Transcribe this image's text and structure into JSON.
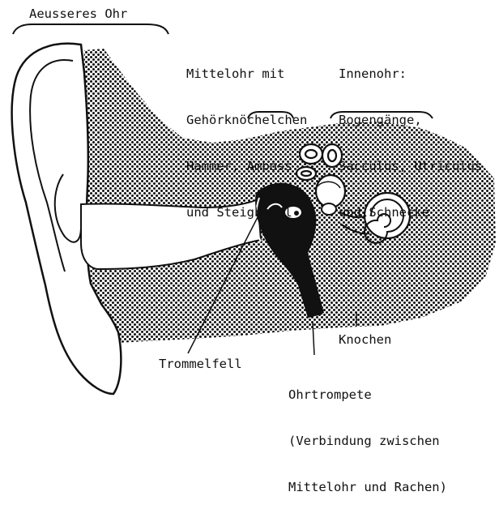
{
  "labels": {
    "outer_ear": "Aeusseres Ohr",
    "middle_ear": [
      "Mittelohr mit",
      "Gehörknöchelchen",
      "Hammer, Amboss",
      "und Steigbügel"
    ],
    "inner_ear": [
      "Innenohr:",
      "Bogengänge,",
      "Sacculus, Utriculus",
      "und Schnecke"
    ],
    "bone": "Knochen",
    "eardrum": "Trommelfell",
    "eustachian_tube": [
      "Ohrtrompete",
      "(Verbindung zwischen",
      "Mittelohr und Rachen)"
    ]
  },
  "colors": {
    "ink": "#111111",
    "paper": "#ffffff"
  }
}
